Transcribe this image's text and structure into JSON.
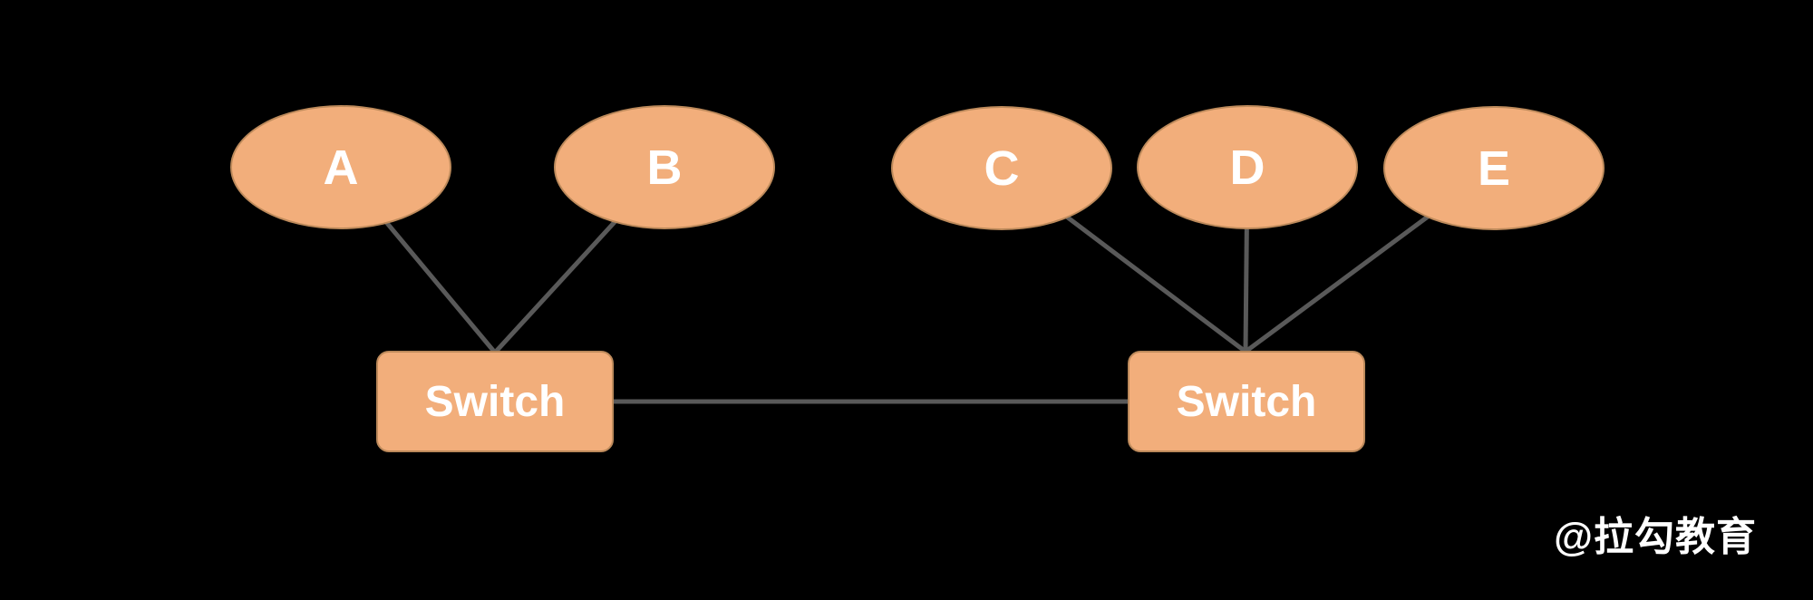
{
  "diagram": {
    "title": "two-switch network topology",
    "nodes": [
      {
        "id": "A",
        "label": "A",
        "shape": "ellipse"
      },
      {
        "id": "B",
        "label": "B",
        "shape": "ellipse"
      },
      {
        "id": "C",
        "label": "C",
        "shape": "ellipse"
      },
      {
        "id": "D",
        "label": "D",
        "shape": "ellipse"
      },
      {
        "id": "E",
        "label": "E",
        "shape": "ellipse"
      },
      {
        "id": "switch-left",
        "label": "Switch",
        "shape": "rounded-rect"
      },
      {
        "id": "switch-right",
        "label": "Switch",
        "shape": "rounded-rect"
      }
    ],
    "edges": [
      {
        "from": "A",
        "to": "switch-left"
      },
      {
        "from": "B",
        "to": "switch-left"
      },
      {
        "from": "C",
        "to": "switch-right"
      },
      {
        "from": "D",
        "to": "switch-right"
      },
      {
        "from": "E",
        "to": "switch-right"
      },
      {
        "from": "switch-left",
        "to": "switch-right"
      }
    ],
    "colors": {
      "background": "#000000",
      "node_fill": "#F2AE7B",
      "node_border": "#BD8A5B",
      "edge_stroke": "#595959",
      "label_text": "#FFFFFF"
    }
  },
  "watermark": {
    "text": "@拉勾教育"
  }
}
